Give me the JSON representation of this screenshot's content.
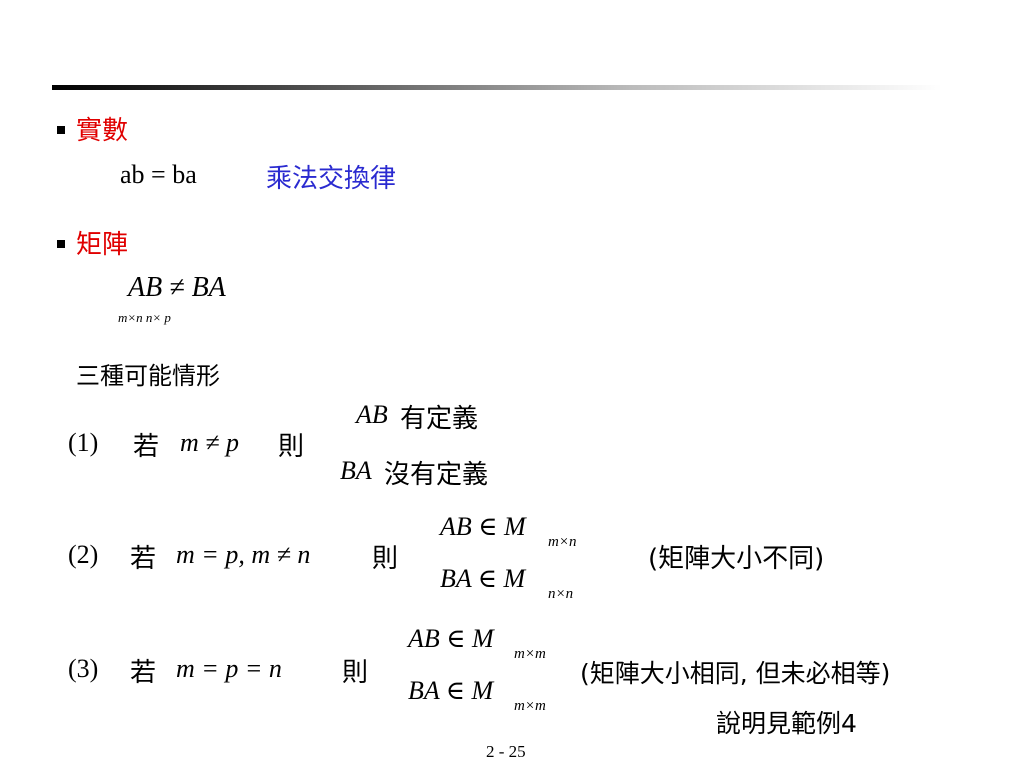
{
  "item1": {
    "title": "實數",
    "eq": "ab = ba",
    "note": "乘法交換律"
  },
  "item2": {
    "title": "矩陣",
    "eq": "AB ≠ BA",
    "eq_sub": "m×n n× p"
  },
  "intro": "三種可能情形",
  "case1": {
    "num": "(1)",
    "if": "若",
    "cond": "m ≠ p",
    "then": "則",
    "l1_m": "AB",
    "l1_t": "有定義",
    "l2_m": "BA",
    "l2_t": "沒有定義"
  },
  "case2": {
    "num": "(2)",
    "if": "若",
    "cond": "m = p, m ≠ n",
    "then": "則",
    "l1": "AB ∈ M",
    "l1_sub": "m×n",
    "l2": "BA ∈ M",
    "l2_sub": "n×n",
    "note": "(矩陣大小不同)"
  },
  "case3": {
    "num": "(3)",
    "if": "若",
    "cond": "m = p = n",
    "then": "則",
    "l1": "AB ∈ M",
    "l1_sub": "m×m",
    "l2": "BA ∈ M",
    "l2_sub": "m×m",
    "note": "(矩陣大小相同, 但未必相等)",
    "note2": "說明見範例4"
  },
  "page_number": "2 - 25"
}
